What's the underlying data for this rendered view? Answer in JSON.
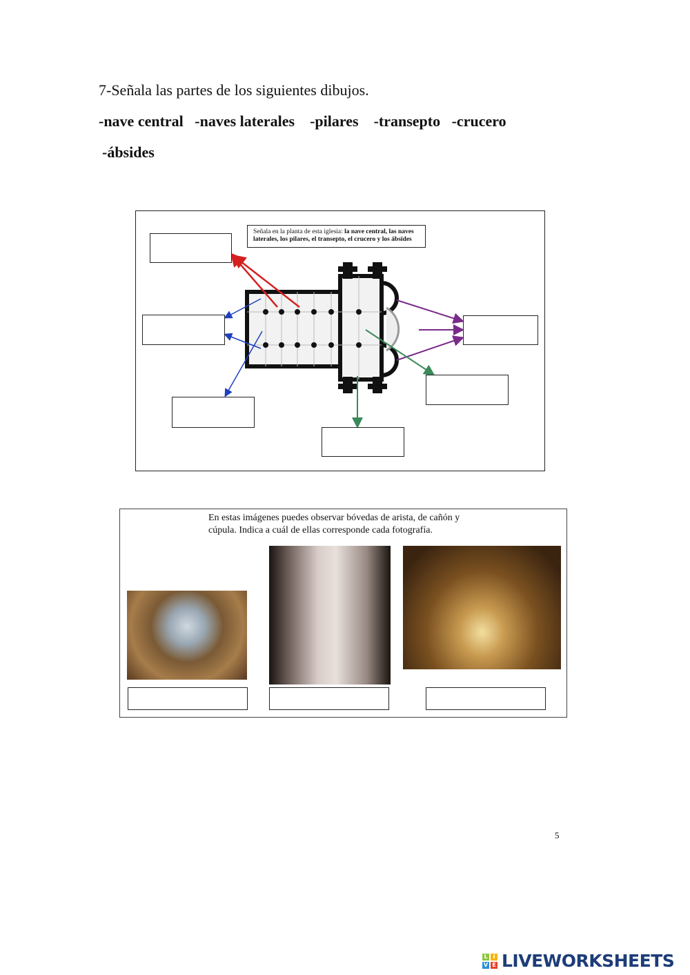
{
  "question": {
    "title": "7-Señala las partes de los  siguientes dibujos.",
    "terms_line1": "-nave central   -naves laterales    -pilares    -transepto   -crucero",
    "terms_line2": "-ábsides"
  },
  "plan": {
    "caption_normal": "Señala en la planta de esta iglesia: ",
    "caption_bold": "la nave central, las naves laterales, los pilares, el transepto, el crucero y los ábsides",
    "arrow_colors": {
      "red": "#d42020",
      "blue": "#1f3fbf",
      "purple": "#7a2a8a",
      "green": "#3a8a5a"
    }
  },
  "vaults": {
    "caption": "En estas imágenes puedes observar bóvedas de arista, de cañón y cúpula. Indica a cuál de ellas corresponde cada fotografía."
  },
  "page_number": "5",
  "logo": {
    "text": "LIVEWORKSHEETS",
    "letters": [
      "L",
      "I",
      "V",
      "E"
    ]
  }
}
